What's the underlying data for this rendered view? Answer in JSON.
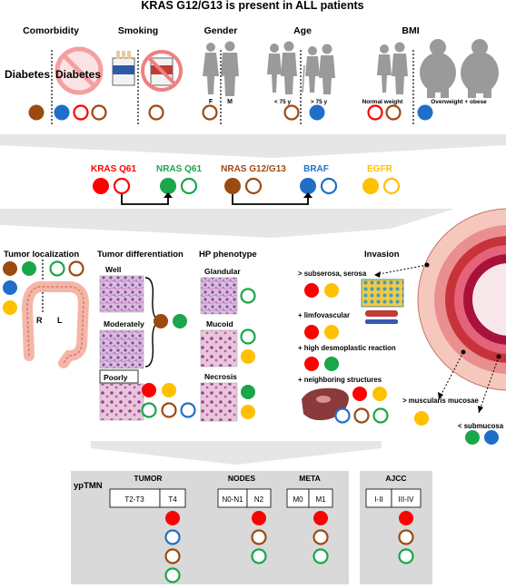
{
  "title": "KRAS G12/G13 is present in ALL patients",
  "colors": {
    "red": "#ff0000",
    "green": "#1aa64a",
    "brown": "#9c4a12",
    "blue": "#1f6fc8",
    "yellow": "#ffc000",
    "figure": "#9a9a9a",
    "band": "#e6e6e6",
    "panel": "#d9d9d9"
  },
  "top": {
    "comorbidity": "Comorbidity",
    "smoking": "Smoking",
    "gender": "Gender",
    "age": "Age",
    "bmi": "BMI",
    "diabetes_yes": "Diabetes",
    "diabetes_no": "Diabetes",
    "gender_f": "F",
    "gender_m": "M",
    "age_young": "< 75 y",
    "age_old": "> 75 y",
    "bmi_normal": "Normal weight",
    "bmi_over": "Overweight + obese"
  },
  "mutations": {
    "kras_q61": "KRAS Q61",
    "nras_q61": "NRAS Q61",
    "nras_g12": "NRAS G12/G13",
    "braf": "BRAF",
    "egfr": "EGFR"
  },
  "middle": {
    "tumor_localization": "Tumor localization",
    "right": "R",
    "left": "L",
    "tumor_differentiation": "Tumor differentiation",
    "well": "Well",
    "moderately": "Moderately",
    "poorly": "Poorly",
    "hp_phenotype": "HP phenotype",
    "glandular": "Glandular",
    "mucoid": "Mucoid",
    "necrosis": "Necrosis",
    "invasion": "Invasion",
    "subserosa": "> subserosa, serosa",
    "limfovascular": "+ limfovascular",
    "desmoplastic": "+ high desmoplastic reaction",
    "neighboring": "+ neighboring  structures",
    "muscularis": "> muscularis mucosae",
    "submucosa": "< submucosa"
  },
  "bottom": {
    "yptmn": "ypTMN",
    "tumor": "TUMOR",
    "t2t3": "T2-T3",
    "t4": "T4",
    "nodes": "NODES",
    "n0n1": "N0-N1",
    "n2": "N2",
    "meta": "META",
    "m0": "M0",
    "m1": "M1",
    "ajcc": "AJCC",
    "i_ii": "I-II",
    "iii_iv": "III-IV"
  }
}
